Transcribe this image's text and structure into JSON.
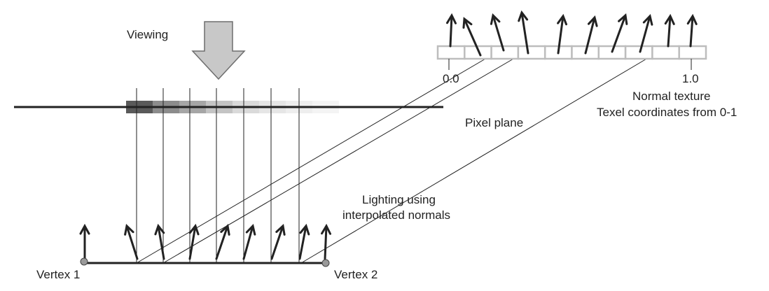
{
  "labels": {
    "viewing": "Viewing",
    "pixel_plane": "Pixel plane",
    "lighting_line1": "Lighting using",
    "lighting_line2": "interpolated normals",
    "normal_texture": "Normal texture",
    "texel_coordinates": "Texel coordinates from 0-1",
    "tex_start": "0.0",
    "tex_end": "1.0",
    "vertex1": "Vertex 1",
    "vertex2": "Vertex 2"
  },
  "colors": {
    "ink": "#222222",
    "arrow_fill": "#c8c8c8",
    "arrow_stroke": "#6e6e6e",
    "texel_stroke": "#bdbdbd",
    "vertex_fill": "#9a9a9a"
  },
  "pixel_shades": [
    "#5a5a5a",
    "#8c8c8c",
    "#a6a6a6",
    "#c4c4c4",
    "#dadada",
    "#e6e6e6",
    "#eeeeee",
    "#f4f4f4"
  ],
  "icons": {
    "view_arrow": "down-arrow-icon",
    "normal": "arrow-up-icon"
  }
}
